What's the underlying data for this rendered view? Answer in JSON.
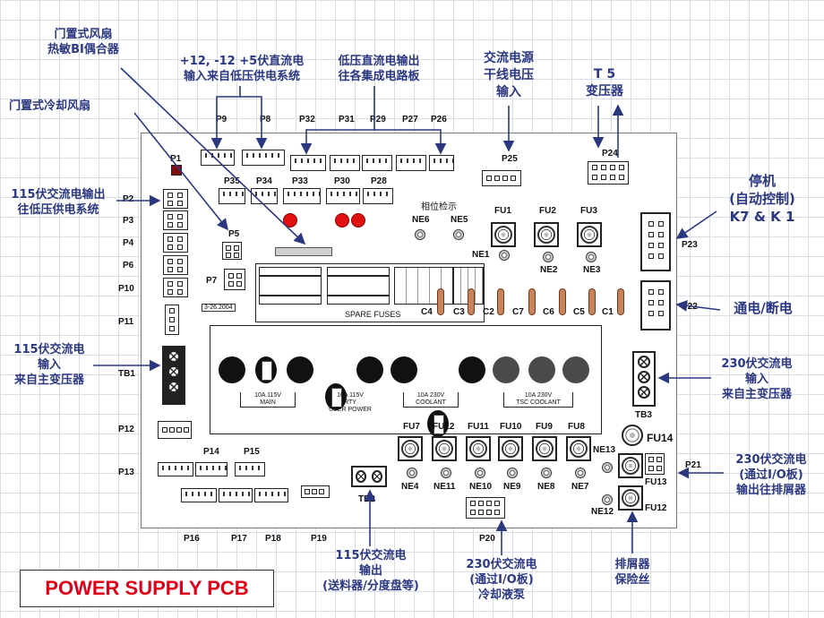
{
  "title": "POWER SUPPLY PCB",
  "connectors": {
    "p1": "P1",
    "p2": "P2",
    "p3": "P3",
    "p4": "P4",
    "p6": "P6",
    "p10": "P10",
    "p11": "P11",
    "p5": "P5",
    "p7": "P7",
    "p9": "P9",
    "p8": "P8",
    "p32": "P32",
    "p31": "P31",
    "p29": "P29",
    "p27": "P27",
    "p26": "P26",
    "p35": "P35",
    "p34": "P34",
    "p33": "P33",
    "p30": "P30",
    "p28": "P28",
    "p25": "P25",
    "p24": "P24",
    "p23": "P23",
    "p22": "P22",
    "p12": "P12",
    "p13": "P13",
    "p14": "P14",
    "p15": "P15",
    "p16": "P16",
    "p17": "P17",
    "p18": "P18",
    "p19": "P19",
    "p20": "P20",
    "p21": "P21"
  },
  "terminals": {
    "tb1": "TB1",
    "tb2": "TB2",
    "tb3": "TB3"
  },
  "fuses_top": [
    "FU1",
    "FU2",
    "FU3"
  ],
  "fuses_bottom": [
    "FU7",
    "FU12",
    "FU11",
    "FU10",
    "FU9",
    "FU8"
  ],
  "fuse_right": {
    "fu14": "FU14",
    "fu13": "FU13",
    "fu12b": "FU12"
  },
  "neons": {
    "ne6": "NE6",
    "ne5": "NE5",
    "ne1": "NE1",
    "ne2": "NE2",
    "ne3": "NE3",
    "ne13": "NE13",
    "ne12": "NE12"
  },
  "neons_bottom": [
    "NE4",
    "NE11",
    "NE10",
    "NE9",
    "NE8",
    "NE7"
  ],
  "phase_check": "相位检示",
  "caps": {
    "c4": "C4",
    "c3": "C3",
    "c2": "C2",
    "c7": "C7",
    "c6": "C6",
    "c5": "C5",
    "c1": "C1"
  },
  "spare_fuses": "SPARE FUSES",
  "part_code": "3-26.2004",
  "switch_labels": {
    "main": "10A 115V\nMAIN",
    "user": "10A 115V\nRTY\nUSER POWER",
    "coolant": "10A 230V\nCOOLANT",
    "tsc": "10A 230V\nTSC COOLANT"
  },
  "labels": {
    "door_fan_coupler": "门置式风扇\n热敏BI偶合器",
    "dc_input": "+12, -12 +5伏直流电\n输入来自低压供电系统",
    "lv_dc_out": "低压直流电输出\n往各集成电路板",
    "ac_input": "交流电源\n干线电压\n输入",
    "t5": "T 5\n变压器",
    "door_cool_fan": "门置式冷却风扇",
    "ac115_out": "115伏交流电输出\n往低压供电系统",
    "stop": "停机\n(自动控制)\nK7 & K 1",
    "onoff": "通电/断电",
    "ac115_in": "115伏交流电\n输入\n来自主变压器",
    "ac230_in": "230伏交流电\n输入\n来自主变压器",
    "ac230_chip": "230伏交流电\n(通过I/O板)\n输出往排屑器",
    "ac115_out2": "115伏交流电\n输出\n(送料器/分度盘等)",
    "ac230_cool": "230伏交流电\n(通过I/O板)\n冷却液泵",
    "chip_fuse": "排屑器\n保险丝"
  },
  "colors": {
    "accent": "#2b3880",
    "title_red": "#e0001a",
    "led": "#e01010",
    "cap": "#c9825a"
  }
}
